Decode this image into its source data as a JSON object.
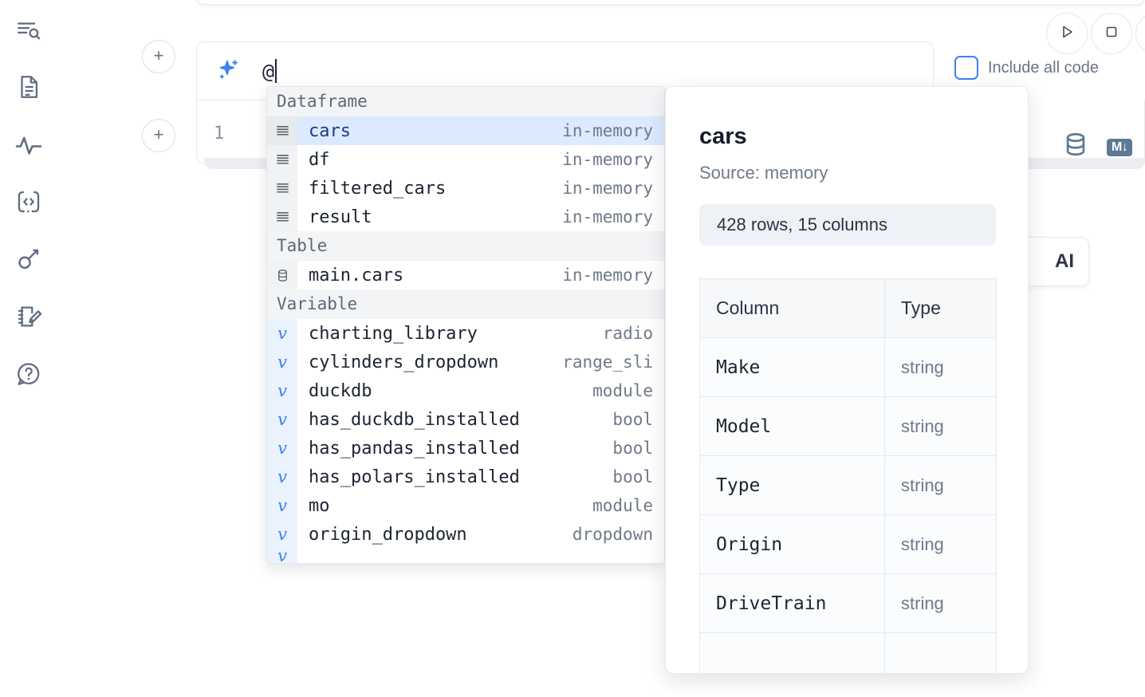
{
  "app": {
    "accent_blue": "#3b82f6",
    "selected_row_bg": "#dbeafe",
    "icon_gray": "#5f6b80"
  },
  "sidebar": {
    "items": [
      {
        "name": "outline-search-icon",
        "label": "Outline search"
      },
      {
        "name": "file-document-icon",
        "label": "Document"
      },
      {
        "name": "activity-pulse-icon",
        "label": "Activity"
      },
      {
        "name": "code-brackets-icon",
        "label": "Code snippets"
      },
      {
        "name": "key-icon",
        "label": "Secrets"
      },
      {
        "name": "notebook-edit-icon",
        "label": "Scratchpad"
      },
      {
        "name": "help-chat-icon",
        "label": "Help"
      }
    ]
  },
  "ai_prompt": {
    "sparkle_icon": "sparkle-icon",
    "value": "@",
    "add_button_label": "+",
    "include_all_code": {
      "label": "Include all code",
      "checked": false
    }
  },
  "toolbar": {
    "run_button_label": "run-icon",
    "stop_button_label": "stop-icon",
    "extra_button_label": "more-icon"
  },
  "code_cell": {
    "line_number": "1",
    "database_icon": "database-icon",
    "markdown_badge": "M↓"
  },
  "ai_chip": {
    "label": "AI"
  },
  "autocomplete": {
    "groups": [
      {
        "title": "Dataframe",
        "items": [
          {
            "icon": "dataframe-icon",
            "name": "cars",
            "type": "in-memory",
            "selected": true
          },
          {
            "icon": "dataframe-icon",
            "name": "df",
            "type": "in-memory",
            "selected": false
          },
          {
            "icon": "dataframe-icon",
            "name": "filtered_cars",
            "type": "in-memory",
            "selected": false
          },
          {
            "icon": "dataframe-icon",
            "name": "result",
            "type": "in-memory",
            "selected": false
          }
        ]
      },
      {
        "title": "Table",
        "items": [
          {
            "icon": "table-icon",
            "name": "main.cars",
            "type": "in-memory",
            "selected": false
          }
        ]
      },
      {
        "title": "Variable",
        "items": [
          {
            "icon": "variable-icon",
            "name": "charting_library",
            "type": "radio",
            "selected": false
          },
          {
            "icon": "variable-icon",
            "name": "cylinders_dropdown",
            "type": "range_sli",
            "selected": false
          },
          {
            "icon": "variable-icon",
            "name": "duckdb",
            "type": "module",
            "selected": false
          },
          {
            "icon": "variable-icon",
            "name": "has_duckdb_installed",
            "type": "bool",
            "selected": false
          },
          {
            "icon": "variable-icon",
            "name": "has_pandas_installed",
            "type": "bool",
            "selected": false
          },
          {
            "icon": "variable-icon",
            "name": "has_polars_installed",
            "type": "bool",
            "selected": false
          },
          {
            "icon": "variable-icon",
            "name": "mo",
            "type": "module",
            "selected": false
          },
          {
            "icon": "variable-icon",
            "name": "origin_dropdown",
            "type": "dropdown",
            "selected": false
          }
        ]
      }
    ]
  },
  "info_panel": {
    "title": "cars",
    "source": "Source: memory",
    "shape": "428 rows, 15 columns",
    "table": {
      "headers": [
        "Column",
        "Type"
      ],
      "rows": [
        {
          "column": "Make",
          "type": "string"
        },
        {
          "column": "Model",
          "type": "string"
        },
        {
          "column": "Type",
          "type": "string"
        },
        {
          "column": "Origin",
          "type": "string"
        },
        {
          "column": "DriveTrain",
          "type": "string"
        }
      ]
    }
  }
}
